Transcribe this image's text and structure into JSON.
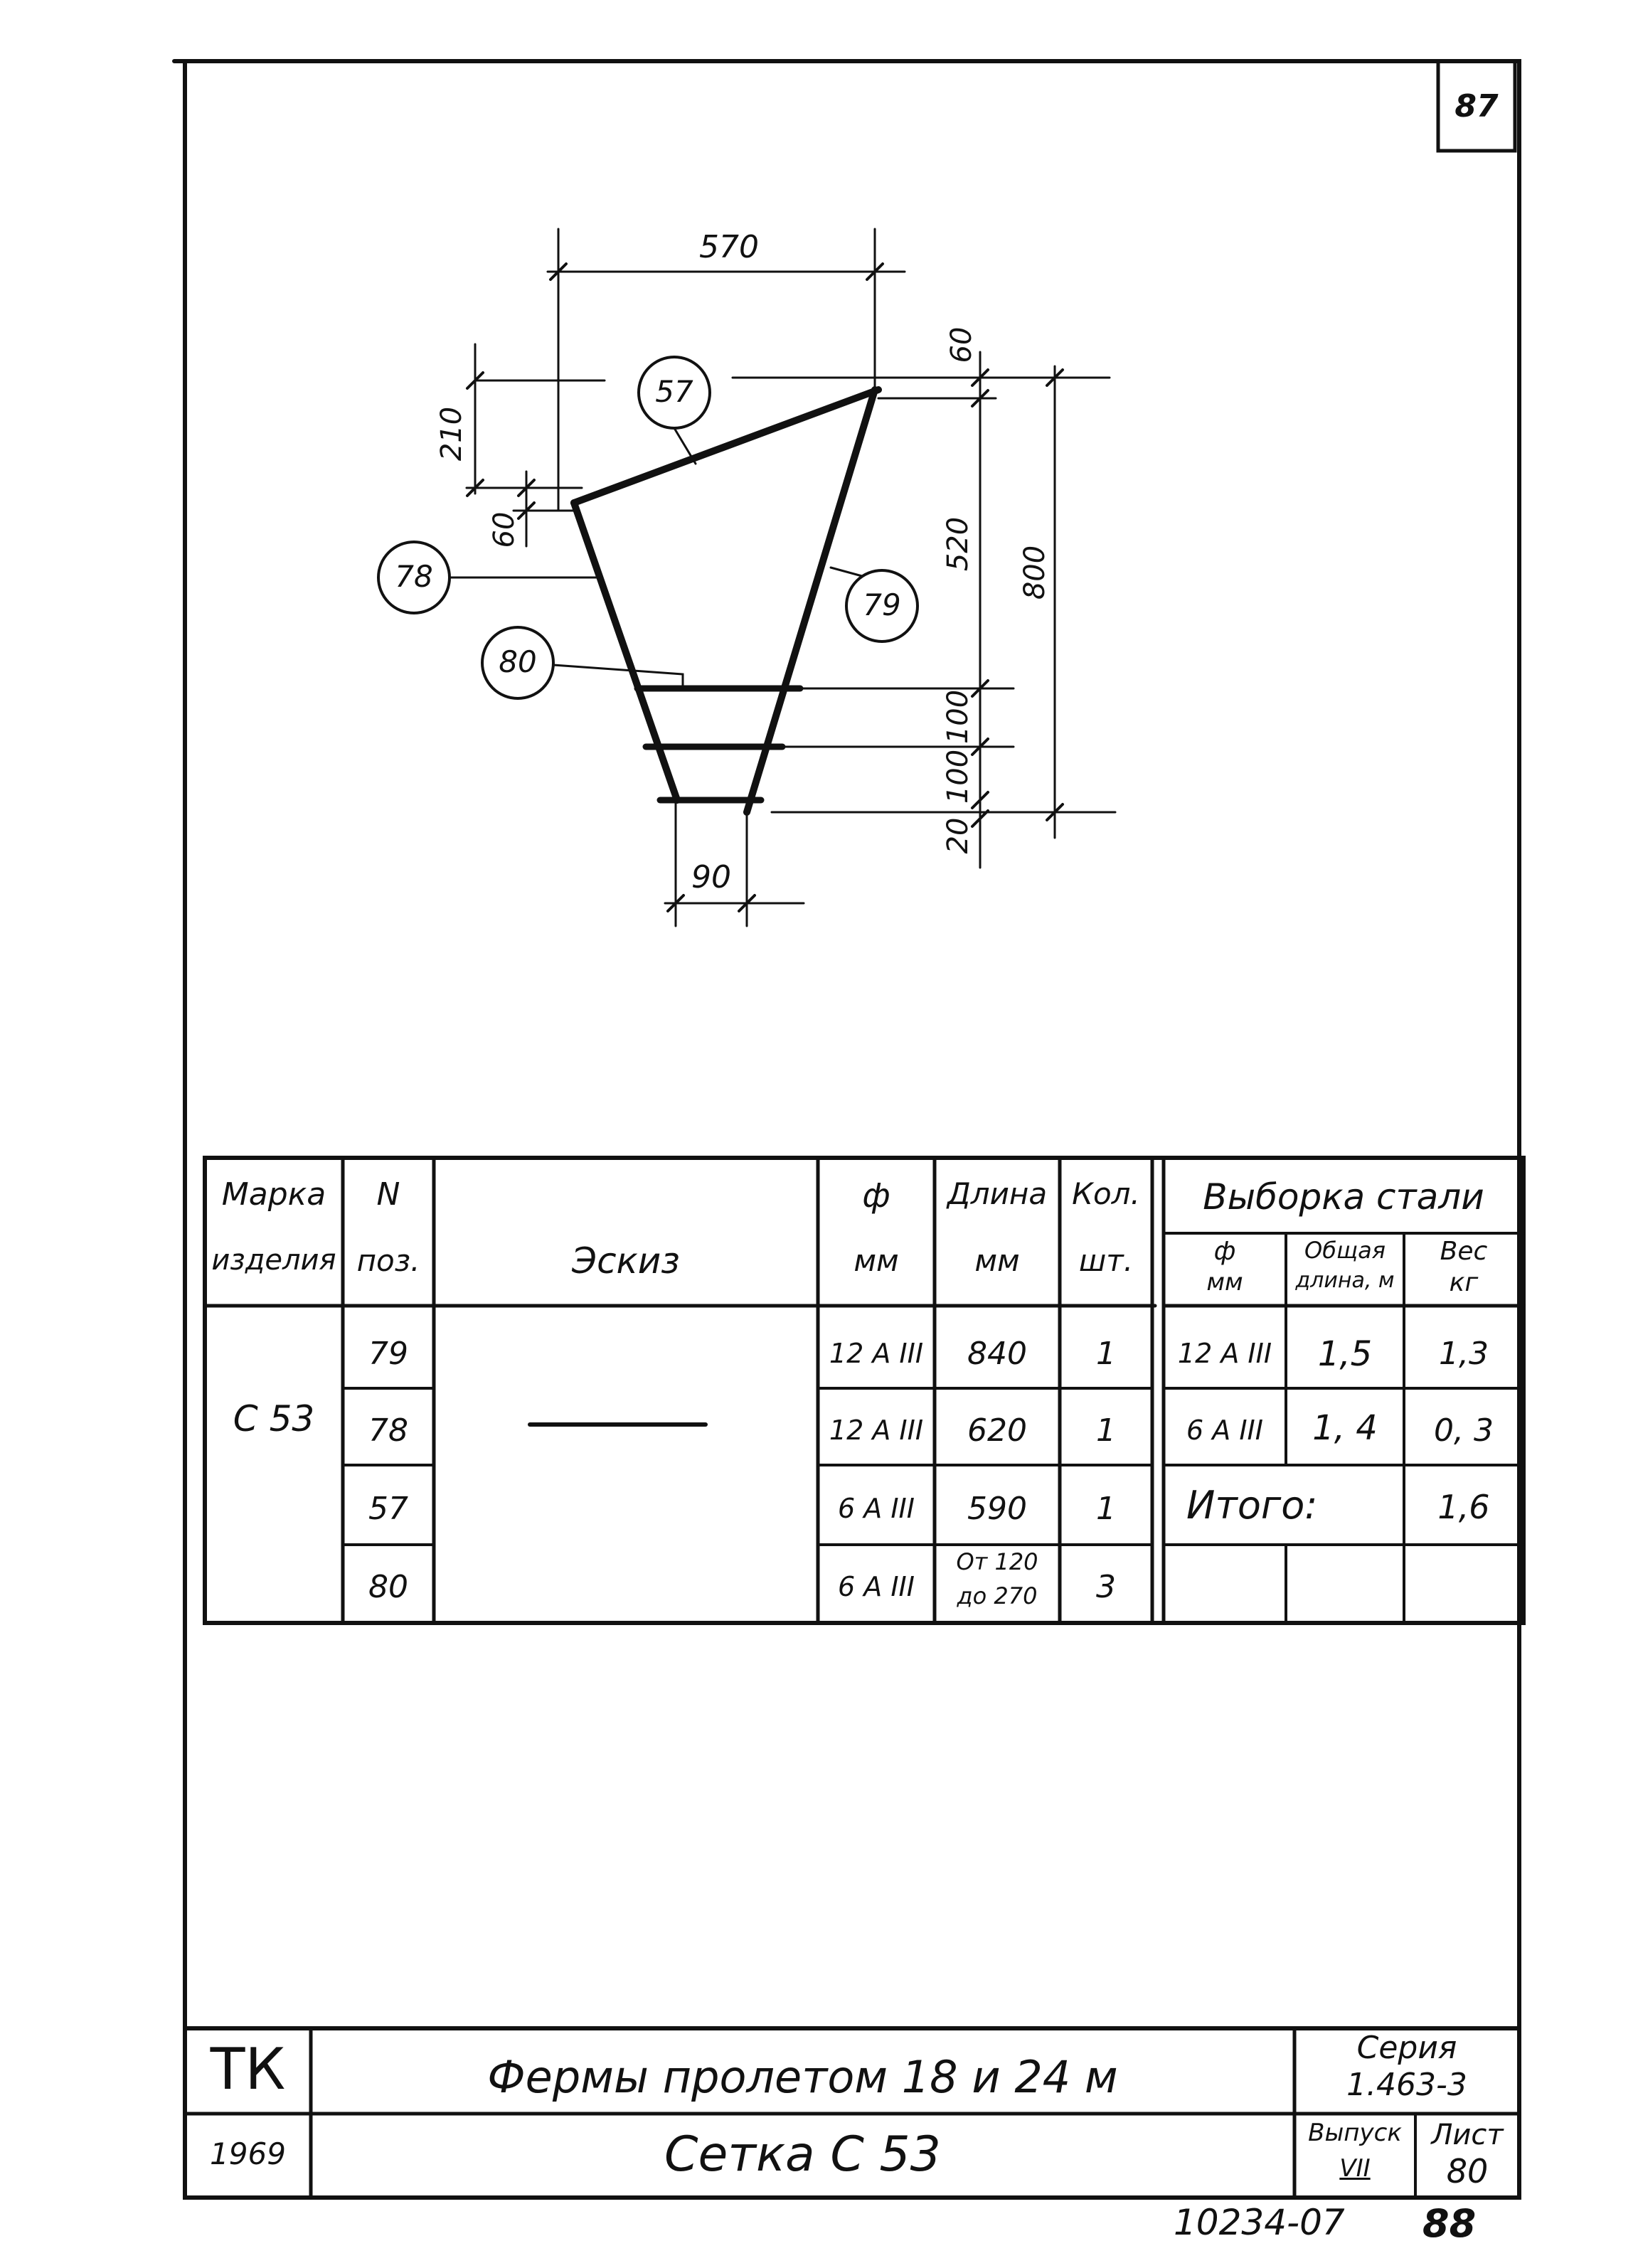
{
  "sheet_corner_number": "87",
  "drawing": {
    "dims": {
      "top_width": "570",
      "left_210": "210",
      "left_60": "60",
      "right_60": "60",
      "right_520": "520",
      "right_800": "800",
      "right_100_a": "100",
      "right_100_b": "100",
      "right_20": "20",
      "bottom_90": "90"
    },
    "callouts": {
      "p57": "57",
      "p78": "78",
      "p79": "79",
      "p80": "80"
    }
  },
  "table": {
    "headers": {
      "mark_line1": "Марка",
      "mark_line2": "изделия",
      "pos_line1": "N",
      "pos_line2": "поз.",
      "sketch": "Эскиз",
      "diam_line1": "ф",
      "diam_line2": "мм",
      "length_line1": "Длина",
      "length_line2": "мм",
      "qty_line1": "Кол.",
      "qty_line2": "шт.",
      "steel_title": "Выборка стали",
      "steel_diam_line1": "ф",
      "steel_diam_line2": "мм",
      "steel_len_line1": "Общая",
      "steel_len_line2": "длина, м",
      "steel_wt_line1": "Вес",
      "steel_wt_line2": "кг"
    },
    "mark": "С 53",
    "rows": [
      {
        "pos": "79",
        "diam": "12 А III",
        "length": "840",
        "qty": "1"
      },
      {
        "pos": "78",
        "diam": "12 А III",
        "length": "620",
        "qty": "1"
      },
      {
        "pos": "57",
        "diam": "6 А III",
        "length": "590",
        "qty": "1"
      },
      {
        "pos": "80",
        "diam": "6 А III",
        "length_line1": "От 120",
        "length_line2": "до 270",
        "qty": "3"
      }
    ],
    "steel": [
      {
        "diam": "12 А III",
        "total_length": "1,5",
        "weight": "1,3"
      },
      {
        "diam": "6 А III",
        "total_length": "1, 4",
        "weight": "0, 3"
      }
    ],
    "total_label": "Итого:",
    "total_weight": "1,6"
  },
  "title_block": {
    "tk": "ТК",
    "year": "1969",
    "title": "Фермы пролетом 18 и 24 м",
    "subtitle": "Сетка С 53",
    "series_label": "Серия",
    "series_value": "1.463-3",
    "issue_label": "Выпуск",
    "issue_value": "VII",
    "sheet_label": "Лист",
    "sheet_value": "80"
  },
  "footer": {
    "doc_number": "10234-07",
    "page_number": "88"
  }
}
